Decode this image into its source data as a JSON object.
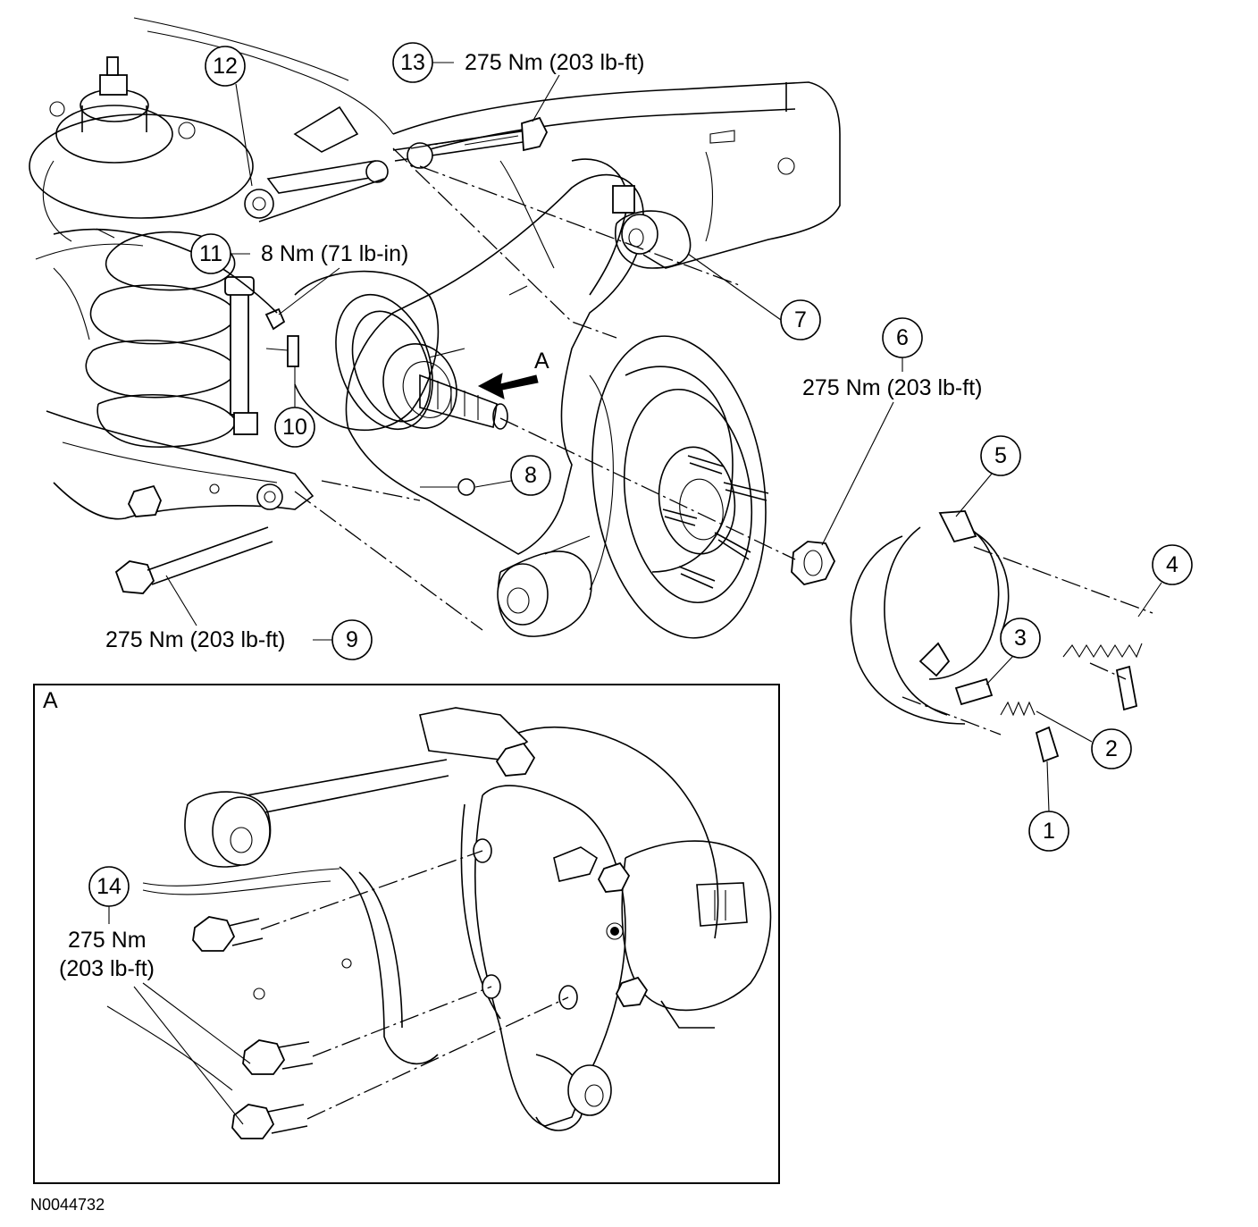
{
  "figure_id": "N0044732",
  "view_a": {
    "label": "A"
  },
  "arrow_label": "A",
  "callouts": [
    {
      "num": "1"
    },
    {
      "num": "2"
    },
    {
      "num": "3"
    },
    {
      "num": "4"
    },
    {
      "num": "5"
    },
    {
      "num": "6",
      "torque": "275 Nm (203 lb-ft)"
    },
    {
      "num": "7"
    },
    {
      "num": "8"
    },
    {
      "num": "9",
      "torque": "275 Nm (203 lb-ft)"
    },
    {
      "num": "10"
    },
    {
      "num": "11",
      "torque": "8 Nm (71 lb-in)"
    },
    {
      "num": "12"
    },
    {
      "num": "13",
      "torque": "275 Nm (203 lb-ft)"
    },
    {
      "num": "14",
      "torque_line1": "275 Nm",
      "torque_line2": "(203 lb-ft)"
    }
  ]
}
